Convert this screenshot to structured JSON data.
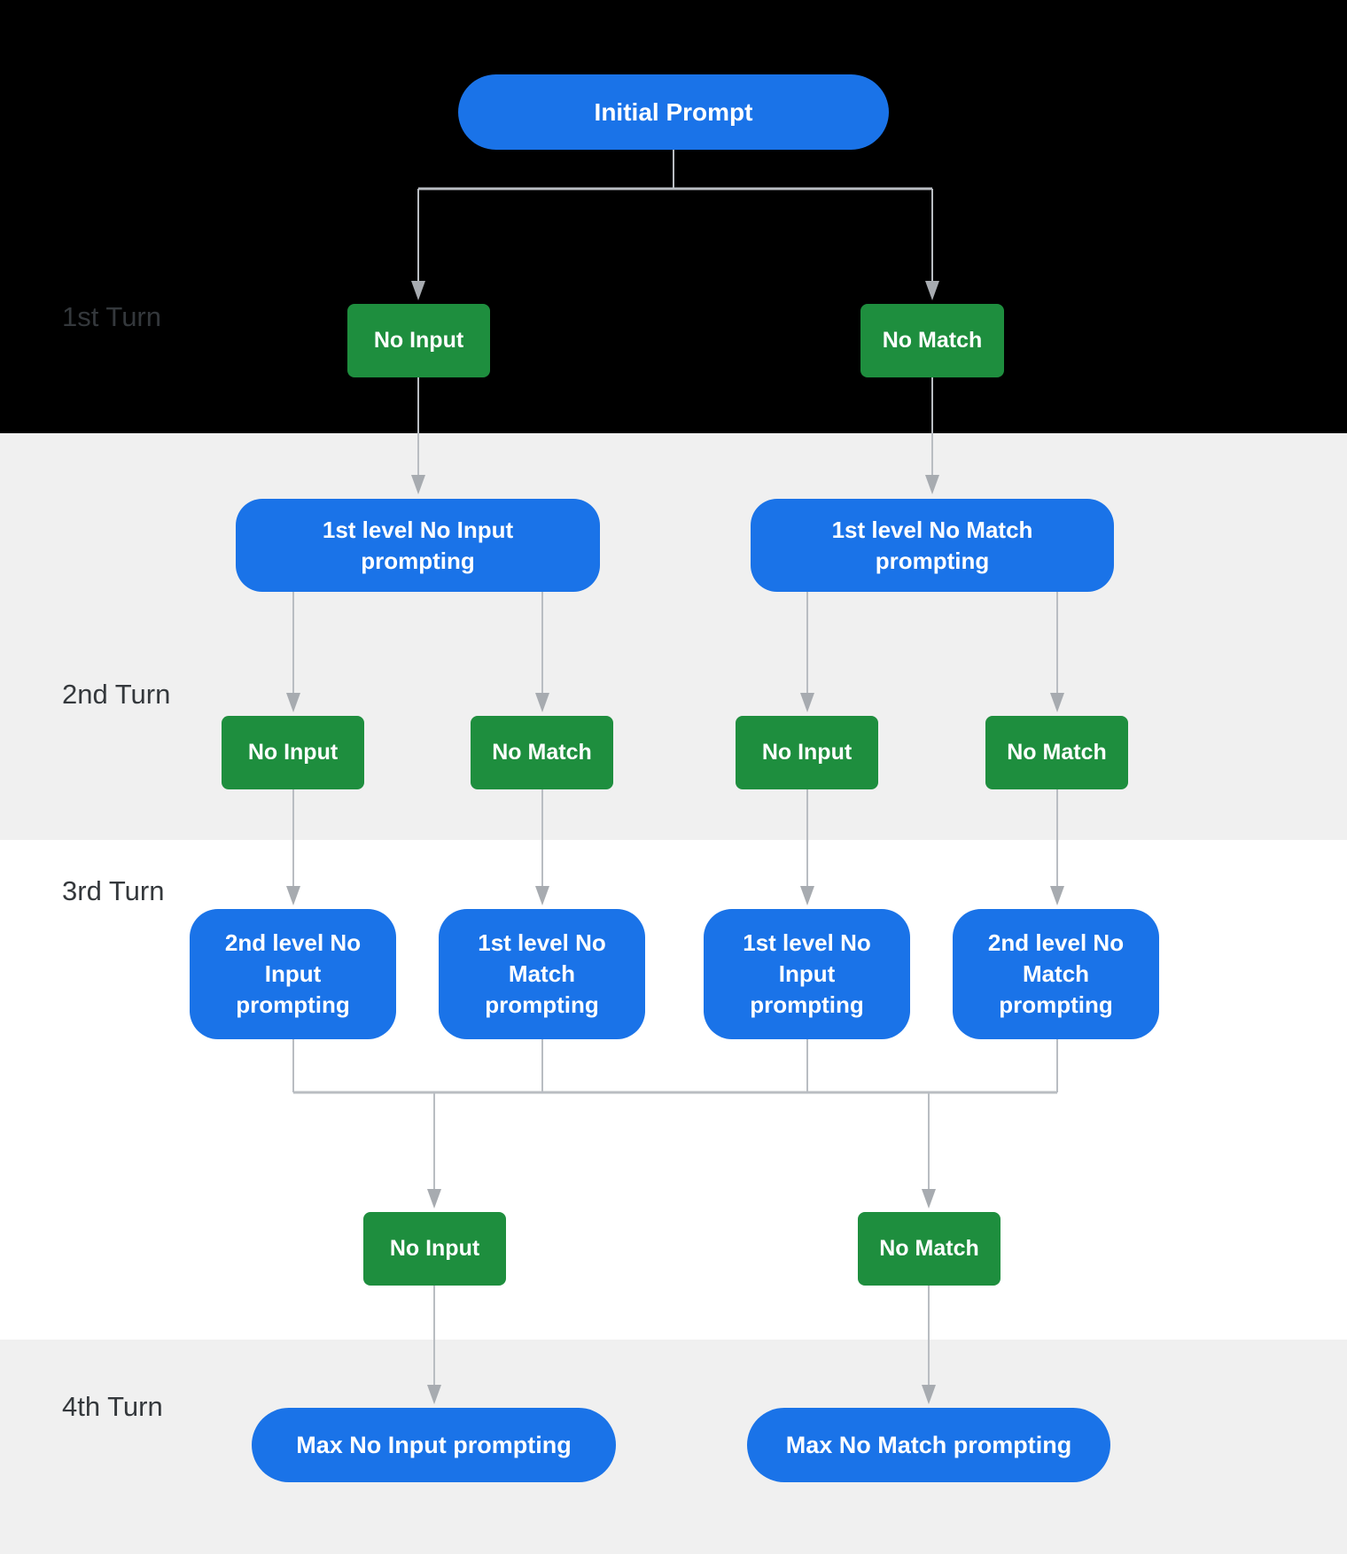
{
  "colors": {
    "blue": "#1a73e8",
    "green": "#1e8e3e",
    "band_black": "#000000",
    "band_gray": "#f0f0f0",
    "band_white": "#ffffff",
    "connector": "#b9bdc2",
    "arrowhead": "#a7abb0",
    "label": "#34383c"
  },
  "turns": [
    {
      "label": "1st Turn"
    },
    {
      "label": "2nd Turn"
    },
    {
      "label": "3rd Turn"
    },
    {
      "label": "4th Turn"
    }
  ],
  "nodes": {
    "initial_prompt": "Initial Prompt",
    "t1_no_input": "No Input",
    "t1_no_match": "No Match",
    "t2_no_input_prompt": "1st level No Input\nprompting",
    "t2_no_match_prompt": "1st level No Match\nprompting",
    "t2_branch_no_input_left": "No Input",
    "t2_branch_no_match_left": "No Match",
    "t2_branch_no_input_right": "No Input",
    "t2_branch_no_match_right": "No Match",
    "t3_2nd_no_input_prompt": "2nd level No\nInput\nprompting",
    "t3_1st_no_match_prompt": "1st level No\nMatch\nprompting",
    "t3_1st_no_input_prompt": "1st level No\nInput\nprompting",
    "t3_2nd_no_match_prompt": "2nd level No\nMatch\nprompting",
    "t3_no_input": "No Input",
    "t3_no_match": "No Match",
    "t4_max_no_input": "Max No Input prompting",
    "t4_max_no_match": "Max No Match prompting"
  }
}
